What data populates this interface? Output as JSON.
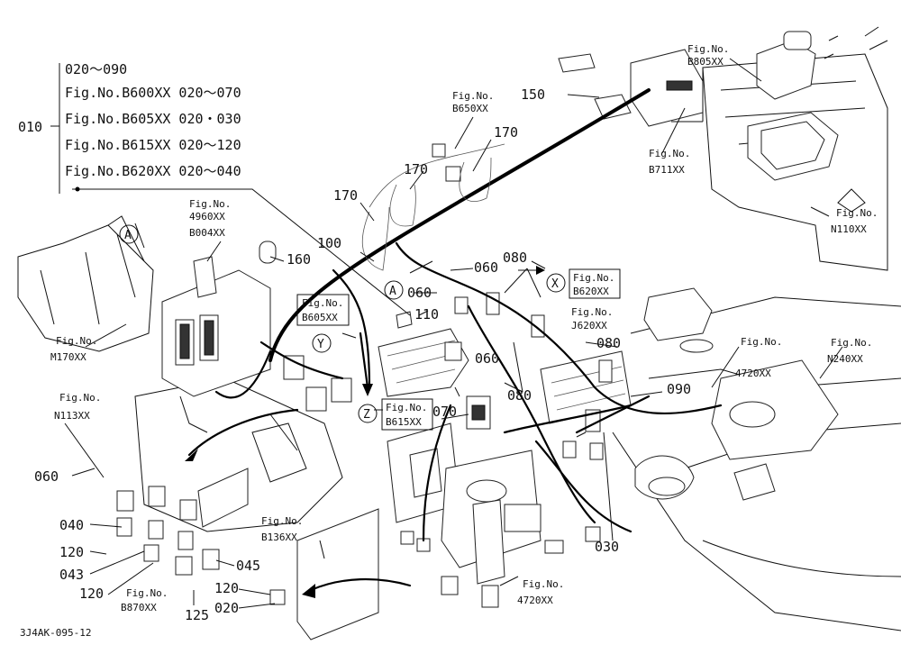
{
  "list": {
    "header": "020～090",
    "index": "010",
    "rows": [
      "Fig.No.B600XX 020～070",
      "Fig.No.B605XX 020・030",
      "Fig.No.B615XX 020～120",
      "Fig.No.B620XX 020～040"
    ]
  },
  "parts": {
    "p150": "150",
    "p170a": "170",
    "p170b": "170",
    "p170c": "170",
    "p160": "160",
    "p100": "100",
    "p060a": "060",
    "p060b": "060",
    "p060c": "060",
    "p060d": "060",
    "p080a": "080",
    "p080b": "080",
    "p080c": "080",
    "p110": "110",
    "p070": "070",
    "p090": "090",
    "p030": "030",
    "p040": "040",
    "p120a": "120",
    "p120b": "120",
    "p120c": "120",
    "p043": "043",
    "p045": "045",
    "p125": "125",
    "p020": "020"
  },
  "refs": {
    "figno": "Fig.No.",
    "b805": "B805XX",
    "b650": "B650XX",
    "b711": "B711XX",
    "n110": "N110XX",
    "r4960": "4960XX",
    "b004": "B004XX",
    "b620": "B620XX",
    "j620": "J620XX",
    "b605": "B605XX",
    "m170": "M170XX",
    "r4720a": "4720XX",
    "n240": "N240XX",
    "n113": "N113XX",
    "b615": "B615XX",
    "b136": "B136XX",
    "b870": "B870XX",
    "r4720b": "4720XX"
  },
  "callouts": {
    "a1": "A",
    "a2": "A",
    "x": "X",
    "y": "Y",
    "z": "Z"
  },
  "footer": "3J4AK-095-12"
}
